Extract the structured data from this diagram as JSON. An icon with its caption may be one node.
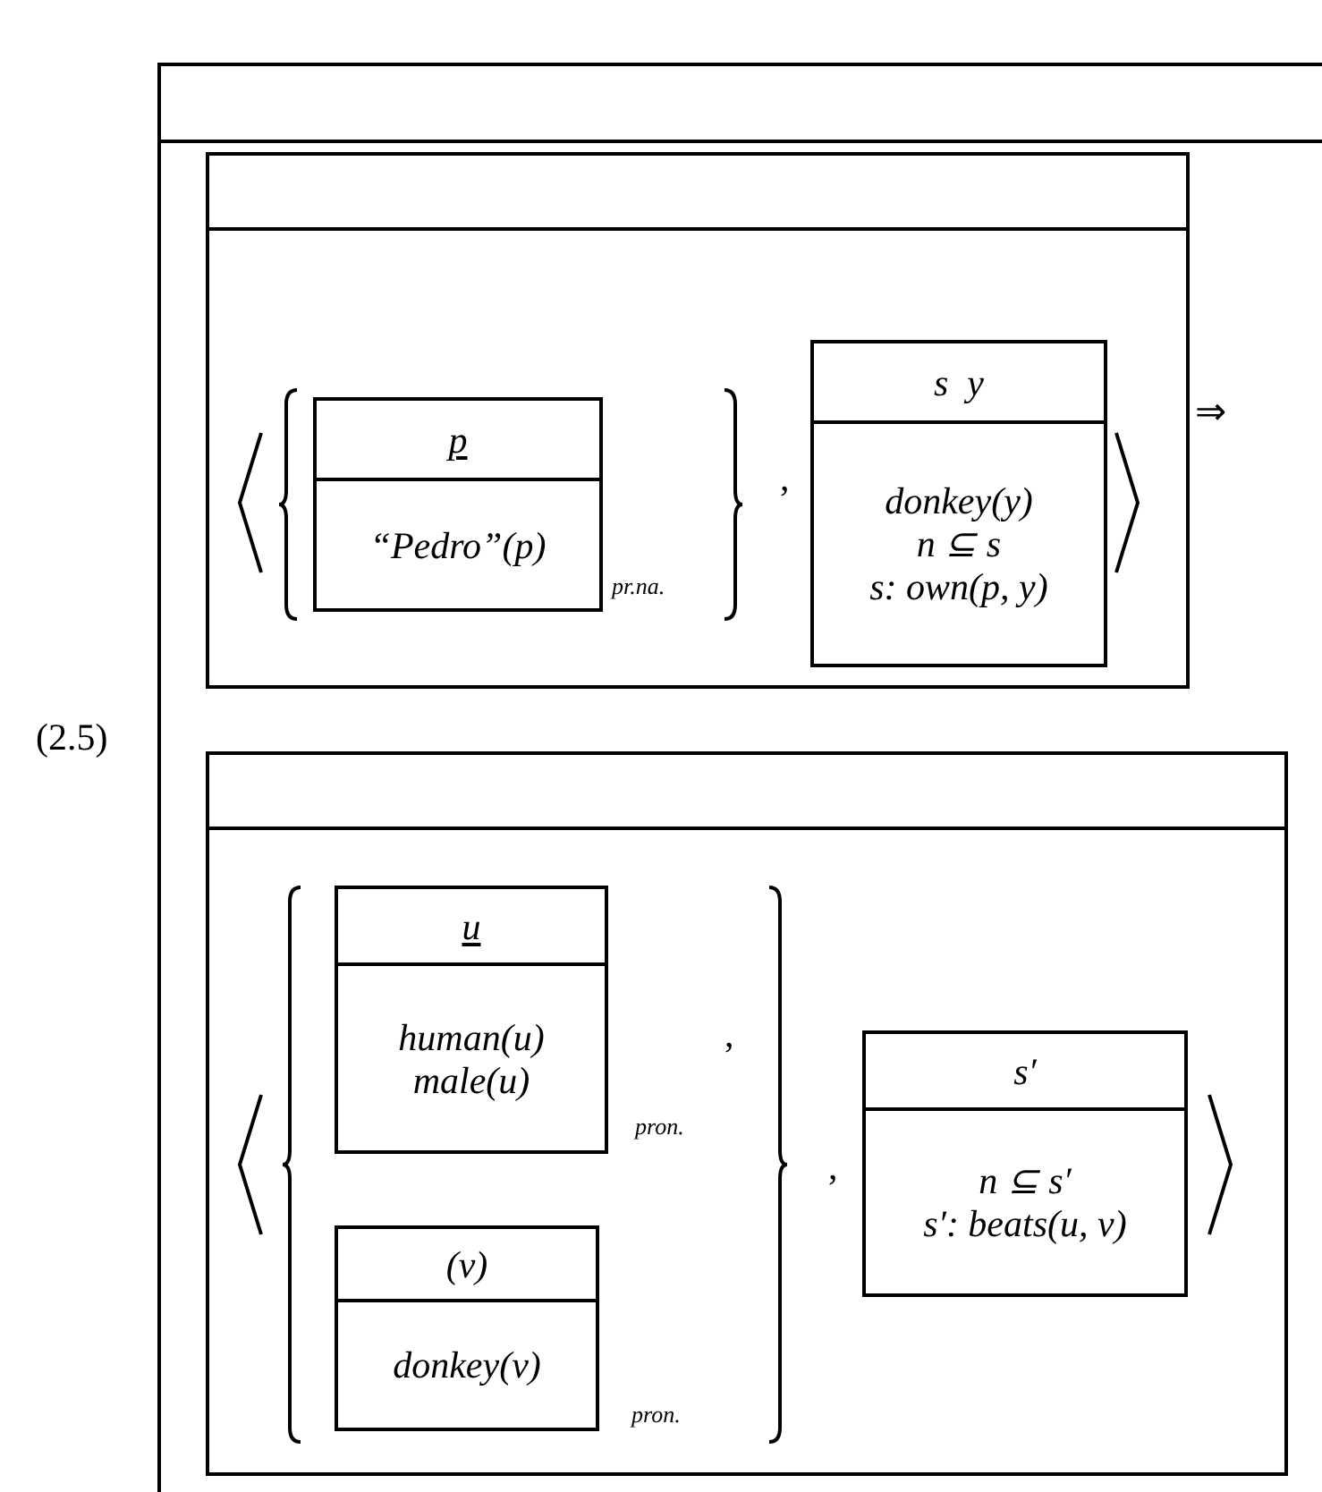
{
  "diagram": {
    "nodes": [
      {
        "text": [],
        "shape": "box"
      },
      {
        "text": [],
        "shape": "box",
        "in": 0
      },
      {
        "text": [
          "p",
          "“Pedro”(p)"
        ],
        "in": 1,
        "beside": [
          "pr.na."
        ]
      },
      {
        "text": [
          "s  y",
          "donkey(y)",
          "n ⊆ s",
          "s: own(p, y)"
        ],
        "in": 1
      },
      {
        "text": [],
        "shape": "box",
        "in": 0
      },
      {
        "text": [
          "u",
          "human(u)",
          "male(u)"
        ],
        "in": 4,
        "beside": [
          "pron."
        ]
      },
      {
        "text": [
          "(v)",
          "donkey(v)"
        ],
        "in": 4,
        "beside": [
          "pron."
        ]
      },
      {
        "text": [
          "s′",
          "n ⊆ s′",
          "s′: beats(u, v)"
        ],
        "in": 4
      }
    ],
    "edges": [],
    "labels": [
      "⇒",
      ",",
      "(2.5)",
      ",",
      ","
    ]
  }
}
